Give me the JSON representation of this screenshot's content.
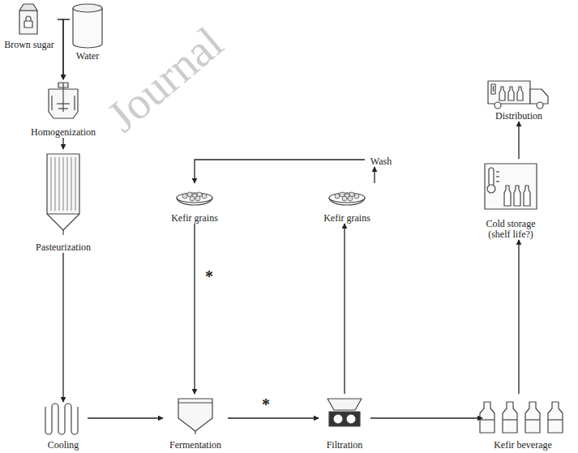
{
  "diagram": {
    "nodes": [
      {
        "text": [
          "Brown sugar"
        ]
      },
      {
        "text": [
          "Water"
        ]
      },
      {
        "text": [
          "Homogenization"
        ]
      },
      {
        "text": [
          "Pasteurization"
        ]
      },
      {
        "text": [
          "Cooling"
        ]
      },
      {
        "text": [
          "Kefir grains"
        ]
      },
      {
        "text": [
          "Fermentation"
        ]
      },
      {
        "text": [
          "Wash"
        ]
      },
      {
        "text": [
          "Kefir grains"
        ]
      },
      {
        "text": [
          "Filtration"
        ]
      },
      {
        "text": [
          "Kefir beverage"
        ]
      },
      {
        "text": [
          "Cold storage (shelf life?)"
        ]
      },
      {
        "text": [
          "Distribution"
        ]
      }
    ],
    "edges": [
      {
        "from": 0,
        "to": 2,
        "arrow": "to"
      },
      {
        "from": 1,
        "to": 2,
        "arrow": "to"
      },
      {
        "from": 2,
        "to": 3,
        "arrow": "to"
      },
      {
        "from": 3,
        "to": 4,
        "arrow": "to"
      },
      {
        "from": 4,
        "to": 6,
        "arrow": "to"
      },
      {
        "from": 5,
        "to": 6,
        "label": "*",
        "arrow": "to"
      },
      {
        "from": 6,
        "to": 9,
        "label": "*",
        "arrow": "to"
      },
      {
        "from": 9,
        "to": 8,
        "arrow": "to"
      },
      {
        "from": 8,
        "to": 7,
        "arrow": "to"
      },
      {
        "from": 7,
        "to": 5,
        "arrow": "to"
      },
      {
        "from": 9,
        "to": 10,
        "arrow": "to"
      },
      {
        "from": 10,
        "to": 11,
        "arrow": "to"
      },
      {
        "from": 11,
        "to": 12,
        "arrow": "to"
      }
    ],
    "labels": [
      "Journal"
    ]
  }
}
